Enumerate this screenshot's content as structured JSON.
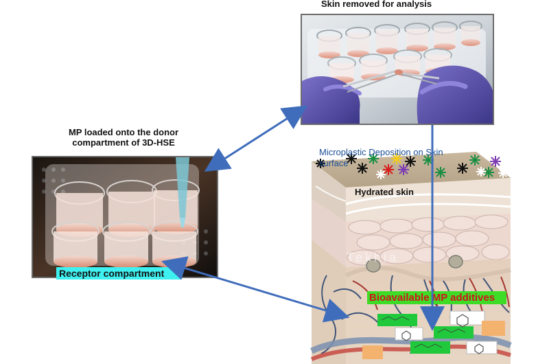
{
  "labels": {
    "top_title": "Skin removed for analysis",
    "left_title": "MP loaded onto the donor compartment of 3D-HSE",
    "receptor": "Receptor compartment",
    "microplastic_line1": "Microplastic Deposition on Skin",
    "microplastic_line2": "surface",
    "hydrated_skin": "Hydrated skin",
    "bioavailable": "Bioavailable MP additives",
    "watermark": "Tekhia"
  },
  "colors": {
    "arrow": "#3f6dbb",
    "receptor_bg": "#3ff0f0",
    "bio_bg": "#3edc27",
    "bio_text": "#d1121c",
    "micro_text": "#1b4f96",
    "skin_base": "#eddcc6",
    "skin_top": "#b8a88f",
    "epidermis": "#e9d8d0",
    "cell_fill": "#f1ddd6",
    "dermis": "#e7d7c2",
    "vessel_red": "#b63a34",
    "vessel_blue": "#42557f"
  },
  "icons": {
    "glove": "gloved-hand-photo",
    "well_plate": "well-plate-photo",
    "molecule": "molecule-icon",
    "microplastic": "asterisk-icon"
  }
}
